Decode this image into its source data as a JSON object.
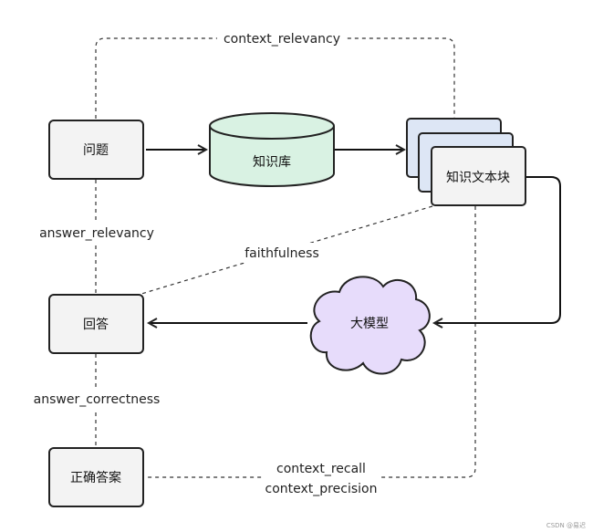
{
  "nodes": {
    "question": "问题",
    "knowledge_base": "知识库",
    "knowledge_chunks": "知识文本块",
    "llm": "大模型",
    "answer": "回答",
    "ground_truth": "正确答案"
  },
  "edges": {
    "context_relevancy": "context_relevancy",
    "answer_relevancy": "answer_relevancy",
    "faithfulness": "faithfulness",
    "answer_correctness": "answer_correctness",
    "context_recall": "context_recall",
    "context_precision": "context_precision"
  },
  "colors": {
    "box_fill": "#f3f3f3",
    "stroke": "#222222",
    "database_fill": "#d9f2e3",
    "cloud_fill": "#e7dcfb",
    "chunk_fill": "#dde6f5"
  },
  "watermark": "CSDN @易迟"
}
